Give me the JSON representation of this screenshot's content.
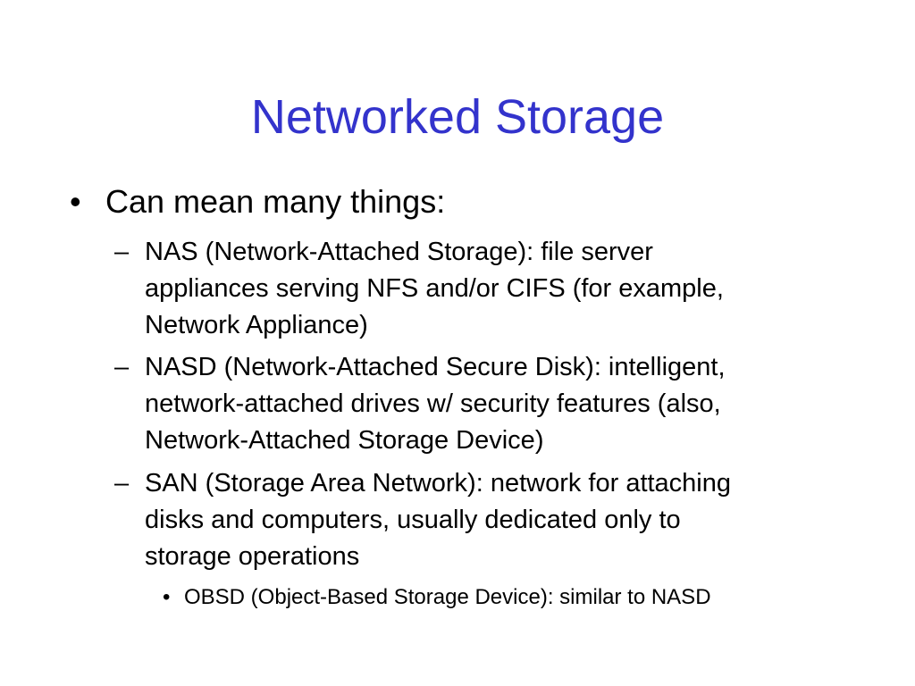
{
  "slide": {
    "title": "Networked Storage",
    "title_color": "#3333cc",
    "bullet": {
      "marker": "•",
      "text": "Can mean many things:"
    },
    "dash_marker": "–",
    "items": [
      {
        "lines": [
          "NAS (Network-Attached Storage): file server",
          "appliances serving NFS and/or CIFS (for example,",
          "Network Appliance)"
        ]
      },
      {
        "lines": [
          "NASD (Network-Attached Secure Disk): intelligent,",
          "network-attached drives w/ security features (also,",
          "Network-Attached Storage Device)"
        ]
      },
      {
        "lines": [
          "SAN (Storage Area Network): network for attaching",
          "disks and computers, usually dedicated only to",
          "storage operations"
        ]
      }
    ],
    "sub_bullet": {
      "marker": "•",
      "text": "OBSD (Object-Based Storage Device): similar to NASD"
    }
  }
}
